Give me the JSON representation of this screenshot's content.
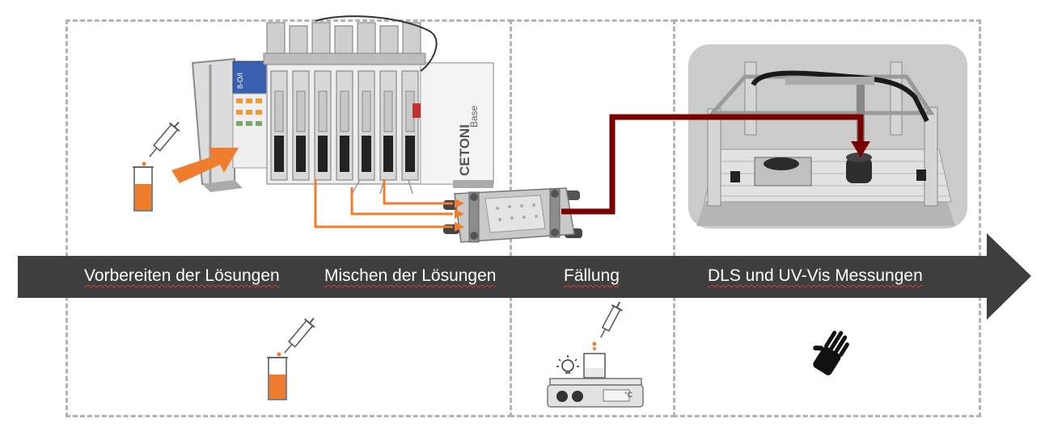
{
  "stages": [
    {
      "label": "Vorbereiten der Lösungen"
    },
    {
      "label": "Mischen der Lösungen"
    },
    {
      "label": "Fällung"
    },
    {
      "label": "DLS und UV-Vis Messungen"
    }
  ],
  "device": {
    "brand": "CETONI",
    "model": "Base",
    "io_label": "8-O/I"
  },
  "hotplate_display": "°C",
  "colors": {
    "arrow": "#3e3e3e",
    "orange": "#f07d2d",
    "dark_red": "#7a0000",
    "dashed_border": "#b4b4b4",
    "label_text": "#ffffff"
  },
  "icons": [
    "syringe-icon",
    "vial-icon",
    "hotplate-stirrer-icon",
    "light-bulb-icon",
    "robot-hand-icon"
  ]
}
